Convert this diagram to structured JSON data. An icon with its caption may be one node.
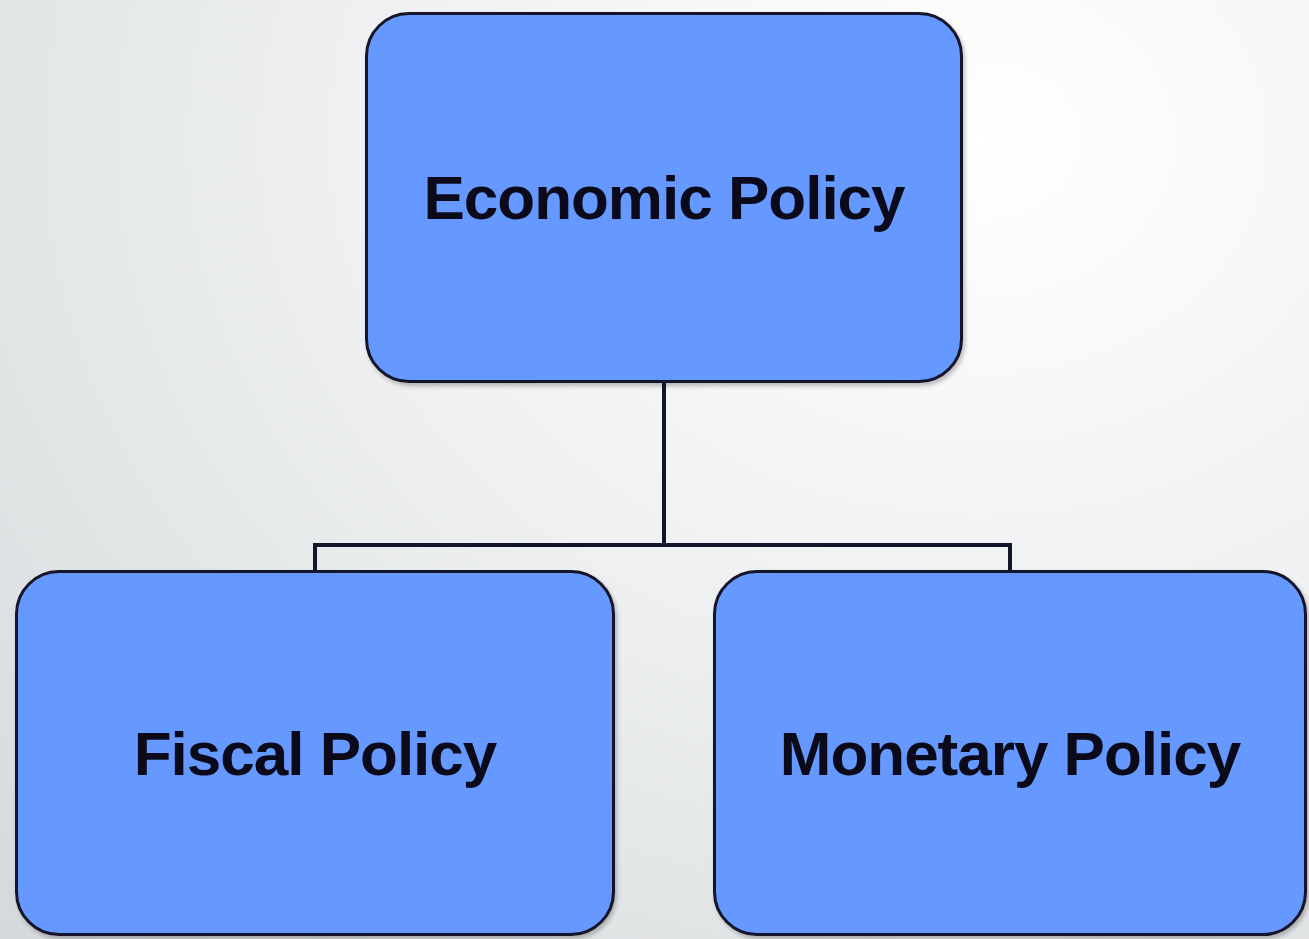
{
  "diagram": {
    "nodes": [
      {
        "text": [
          "Economic Policy"
        ]
      },
      {
        "text": [
          "Fiscal Policy"
        ]
      },
      {
        "text": [
          "Monetary Policy"
        ]
      }
    ],
    "edges": [
      {
        "from": 0,
        "to": 1,
        "arrow": "none"
      },
      {
        "from": 0,
        "to": 2,
        "arrow": "none"
      }
    ]
  }
}
